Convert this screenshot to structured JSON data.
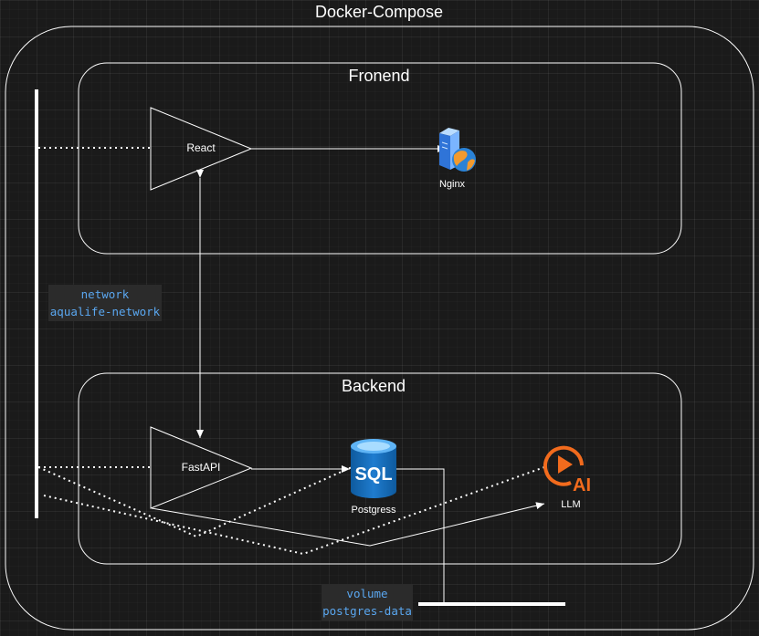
{
  "containers": {
    "docker_compose": {
      "title": "Docker-Compose"
    },
    "frontend": {
      "title": "Fronend"
    },
    "backend": {
      "title": "Backend"
    }
  },
  "nodes": {
    "react": {
      "label": "React",
      "shape": "triangle"
    },
    "fastapi": {
      "label": "FastAPI",
      "shape": "triangle"
    },
    "nginx": {
      "label": "Nginx",
      "icon": "nginx-server-icon"
    },
    "postgres": {
      "label": "Postgress",
      "icon": "sql-database-icon",
      "icon_text": "SQL"
    },
    "llm": {
      "label": "LLM",
      "icon": "ai-play-icon",
      "icon_text": "AI"
    }
  },
  "network": {
    "line1": "network",
    "line2": "aqualife-network"
  },
  "volume": {
    "line1": "volume",
    "line2": "postgres-data"
  },
  "colors": {
    "background": "#1a1a1a",
    "stroke": "#ffffff",
    "code_text": "#5aa7f0",
    "code_bg": "#2b2b2b",
    "sql_blue": "#1d6fb8",
    "ai_orange": "#f26b1d"
  }
}
